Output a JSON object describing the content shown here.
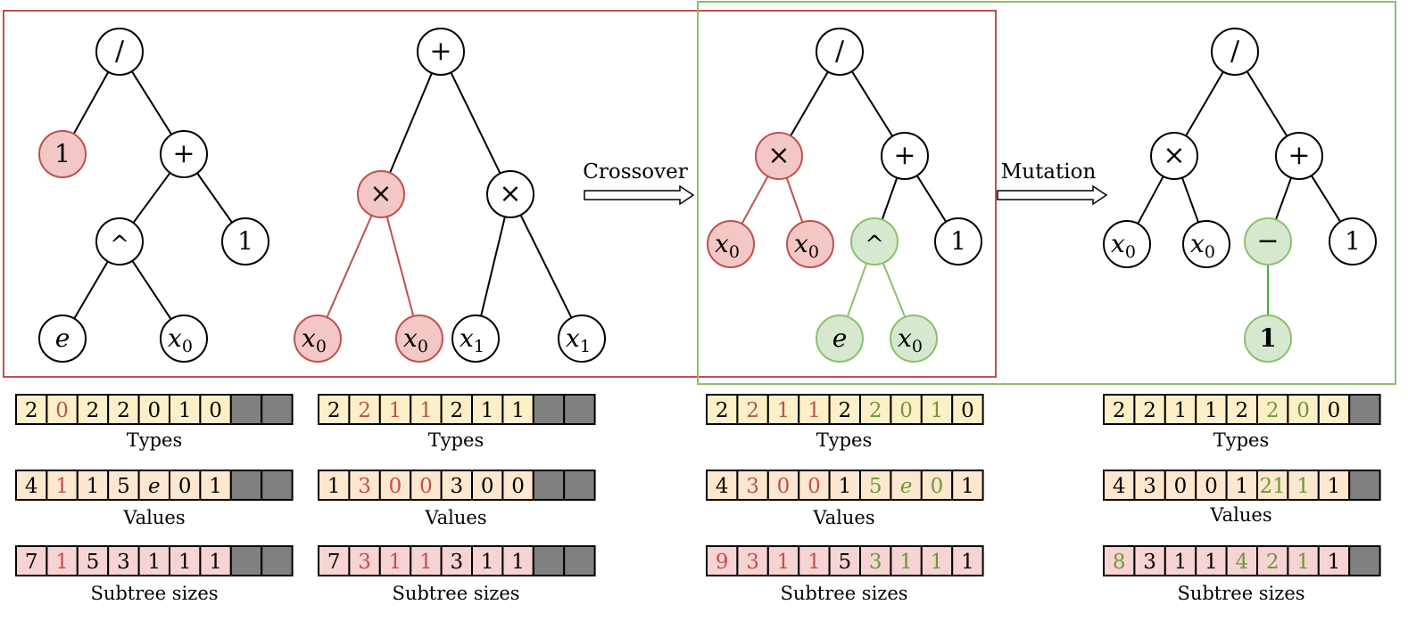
{
  "labels": {
    "crossover": "Crossover",
    "mutation": "Mutation",
    "types": "Types",
    "values": "Values",
    "subtree_sizes": "Subtree sizes"
  },
  "colors": {
    "red": "#c0504d",
    "red_fill": "#f4c7c7",
    "green": "#8dbf6b",
    "green_fill": "#d6e8cf",
    "green_edge": "#3fae3f",
    "types_fill": "#fdf0c8",
    "values_fill": "#fde7cf",
    "subtree_fill": "#f7d3d3",
    "empty_fill": "#808080"
  },
  "trees": [
    {
      "id": "parent-1",
      "nodes": [
        {
          "label": "/",
          "style": "plain"
        },
        {
          "label": "1",
          "style": "red"
        },
        {
          "label": "+",
          "style": "plain"
        },
        {
          "label": "^",
          "style": "plain"
        },
        {
          "label": "1",
          "style": "plain"
        },
        {
          "label": "e",
          "italic": true,
          "style": "plain"
        },
        {
          "label": "x",
          "sub": "0",
          "italic": true,
          "style": "plain"
        }
      ],
      "edges": [
        {
          "from": 0,
          "to": 1,
          "style": "plain"
        },
        {
          "from": 0,
          "to": 2,
          "style": "plain"
        },
        {
          "from": 2,
          "to": 3,
          "style": "plain"
        },
        {
          "from": 2,
          "to": 4,
          "style": "plain"
        },
        {
          "from": 3,
          "to": 5,
          "style": "plain"
        },
        {
          "from": 3,
          "to": 6,
          "style": "plain"
        }
      ]
    },
    {
      "id": "parent-2",
      "nodes": [
        {
          "label": "+",
          "style": "plain"
        },
        {
          "label": "×",
          "style": "red"
        },
        {
          "label": "×",
          "style": "plain"
        },
        {
          "label": "x",
          "sub": "0",
          "italic": true,
          "style": "red"
        },
        {
          "label": "x",
          "sub": "0",
          "italic": true,
          "style": "red"
        },
        {
          "label": "x",
          "sub": "1",
          "italic": true,
          "style": "plain"
        },
        {
          "label": "x",
          "sub": "1",
          "italic": true,
          "style": "plain"
        }
      ],
      "edges": [
        {
          "from": 0,
          "to": 1,
          "style": "plain"
        },
        {
          "from": 0,
          "to": 2,
          "style": "plain"
        },
        {
          "from": 1,
          "to": 3,
          "style": "red"
        },
        {
          "from": 1,
          "to": 4,
          "style": "red"
        },
        {
          "from": 2,
          "to": 5,
          "style": "plain"
        },
        {
          "from": 2,
          "to": 6,
          "style": "plain"
        }
      ]
    },
    {
      "id": "offspring",
      "nodes": [
        {
          "label": "/",
          "style": "plain"
        },
        {
          "label": "×",
          "style": "red"
        },
        {
          "label": "+",
          "style": "plain"
        },
        {
          "label": "x",
          "sub": "0",
          "italic": true,
          "style": "red"
        },
        {
          "label": "x",
          "sub": "0",
          "italic": true,
          "style": "red"
        },
        {
          "label": "^",
          "style": "green"
        },
        {
          "label": "1",
          "style": "plain"
        },
        {
          "label": "e",
          "italic": true,
          "style": "green"
        },
        {
          "label": "x",
          "sub": "0",
          "italic": true,
          "style": "green"
        }
      ],
      "edges": [
        {
          "from": 0,
          "to": 1,
          "style": "plain"
        },
        {
          "from": 0,
          "to": 2,
          "style": "plain"
        },
        {
          "from": 1,
          "to": 3,
          "style": "red"
        },
        {
          "from": 1,
          "to": 4,
          "style": "red"
        },
        {
          "from": 2,
          "to": 5,
          "style": "plain"
        },
        {
          "from": 2,
          "to": 6,
          "style": "plain"
        },
        {
          "from": 5,
          "to": 7,
          "style": "green"
        },
        {
          "from": 5,
          "to": 8,
          "style": "green"
        }
      ]
    },
    {
      "id": "mutated",
      "nodes": [
        {
          "label": "/",
          "style": "plain"
        },
        {
          "label": "×",
          "style": "plain"
        },
        {
          "label": "+",
          "style": "plain"
        },
        {
          "label": "x",
          "sub": "0",
          "italic": true,
          "style": "plain"
        },
        {
          "label": "x",
          "sub": "0",
          "italic": true,
          "style": "plain"
        },
        {
          "label": "−",
          "style": "green"
        },
        {
          "label": "1",
          "style": "plain"
        },
        {
          "label": "1",
          "bold": true,
          "style": "green"
        }
      ],
      "edges": [
        {
          "from": 0,
          "to": 1,
          "style": "plain"
        },
        {
          "from": 0,
          "to": 2,
          "style": "plain"
        },
        {
          "from": 1,
          "to": 3,
          "style": "plain"
        },
        {
          "from": 1,
          "to": 4,
          "style": "plain"
        },
        {
          "from": 2,
          "to": 5,
          "style": "plain"
        },
        {
          "from": 2,
          "to": 6,
          "style": "plain"
        },
        {
          "from": 5,
          "to": 7,
          "style": "green-solid"
        }
      ]
    }
  ],
  "arrays": [
    {
      "id": "parent-1",
      "rows": [
        {
          "name": "types",
          "cells": [
            {
              "v": "2"
            },
            {
              "v": "0",
              "c": "red"
            },
            {
              "v": "2"
            },
            {
              "v": "2"
            },
            {
              "v": "0"
            },
            {
              "v": "1"
            },
            {
              "v": "0"
            },
            {
              "v": "",
              "empty": true
            },
            {
              "v": "",
              "empty": true
            }
          ]
        },
        {
          "name": "values",
          "cells": [
            {
              "v": "4"
            },
            {
              "v": "1",
              "c": "red"
            },
            {
              "v": "1"
            },
            {
              "v": "5"
            },
            {
              "v": "e",
              "italic": true
            },
            {
              "v": "0"
            },
            {
              "v": "1"
            },
            {
              "v": "",
              "empty": true
            },
            {
              "v": "",
              "empty": true
            }
          ]
        },
        {
          "name": "subtree",
          "cells": [
            {
              "v": "7"
            },
            {
              "v": "1",
              "c": "red"
            },
            {
              "v": "5"
            },
            {
              "v": "3"
            },
            {
              "v": "1"
            },
            {
              "v": "1"
            },
            {
              "v": "1"
            },
            {
              "v": "",
              "empty": true
            },
            {
              "v": "",
              "empty": true
            }
          ]
        }
      ]
    },
    {
      "id": "parent-2",
      "rows": [
        {
          "name": "types",
          "cells": [
            {
              "v": "2"
            },
            {
              "v": "2",
              "c": "red"
            },
            {
              "v": "1",
              "c": "red"
            },
            {
              "v": "1",
              "c": "red"
            },
            {
              "v": "2"
            },
            {
              "v": "1"
            },
            {
              "v": "1"
            },
            {
              "v": "",
              "empty": true
            },
            {
              "v": "",
              "empty": true
            }
          ]
        },
        {
          "name": "values",
          "cells": [
            {
              "v": "1"
            },
            {
              "v": "3",
              "c": "red"
            },
            {
              "v": "0",
              "c": "red"
            },
            {
              "v": "0",
              "c": "red"
            },
            {
              "v": "3"
            },
            {
              "v": "0"
            },
            {
              "v": "0"
            },
            {
              "v": "",
              "empty": true
            },
            {
              "v": "",
              "empty": true
            }
          ]
        },
        {
          "name": "subtree",
          "cells": [
            {
              "v": "7"
            },
            {
              "v": "3",
              "c": "red"
            },
            {
              "v": "1",
              "c": "red"
            },
            {
              "v": "1",
              "c": "red"
            },
            {
              "v": "3"
            },
            {
              "v": "1"
            },
            {
              "v": "1"
            },
            {
              "v": "",
              "empty": true
            },
            {
              "v": "",
              "empty": true
            }
          ]
        }
      ]
    },
    {
      "id": "offspring",
      "rows": [
        {
          "name": "types",
          "cells": [
            {
              "v": "2"
            },
            {
              "v": "2",
              "c": "red"
            },
            {
              "v": "1",
              "c": "red"
            },
            {
              "v": "1",
              "c": "red"
            },
            {
              "v": "2"
            },
            {
              "v": "2",
              "c": "green"
            },
            {
              "v": "0",
              "c": "green"
            },
            {
              "v": "1",
              "c": "green"
            },
            {
              "v": "0"
            }
          ]
        },
        {
          "name": "values",
          "cells": [
            {
              "v": "4"
            },
            {
              "v": "3",
              "c": "red"
            },
            {
              "v": "0",
              "c": "red"
            },
            {
              "v": "0",
              "c": "red"
            },
            {
              "v": "1"
            },
            {
              "v": "5",
              "c": "green"
            },
            {
              "v": "e",
              "c": "green",
              "italic": true
            },
            {
              "v": "0",
              "c": "green"
            },
            {
              "v": "1"
            }
          ]
        },
        {
          "name": "subtree",
          "cells": [
            {
              "v": "9",
              "c": "red"
            },
            {
              "v": "3",
              "c": "red"
            },
            {
              "v": "1",
              "c": "red"
            },
            {
              "v": "1",
              "c": "red"
            },
            {
              "v": "5"
            },
            {
              "v": "3",
              "c": "green"
            },
            {
              "v": "1",
              "c": "green"
            },
            {
              "v": "1",
              "c": "green"
            },
            {
              "v": "1"
            }
          ]
        }
      ]
    },
    {
      "id": "mutated",
      "rows": [
        {
          "name": "types",
          "cells": [
            {
              "v": "2"
            },
            {
              "v": "2"
            },
            {
              "v": "1"
            },
            {
              "v": "1"
            },
            {
              "v": "2"
            },
            {
              "v": "2",
              "c": "green"
            },
            {
              "v": "0",
              "c": "green"
            },
            {
              "v": "0"
            },
            {
              "v": "",
              "empty": true
            }
          ]
        },
        {
          "name": "values",
          "cells": [
            {
              "v": "4"
            },
            {
              "v": "3"
            },
            {
              "v": "0"
            },
            {
              "v": "0"
            },
            {
              "v": "1"
            },
            {
              "v": "21",
              "c": "green"
            },
            {
              "v": "1",
              "c": "green"
            },
            {
              "v": "1"
            },
            {
              "v": "",
              "empty": true
            }
          ]
        },
        {
          "name": "subtree",
          "cells": [
            {
              "v": "8",
              "c": "green"
            },
            {
              "v": "3"
            },
            {
              "v": "1"
            },
            {
              "v": "1"
            },
            {
              "v": "4",
              "c": "green"
            },
            {
              "v": "2",
              "c": "green"
            },
            {
              "v": "1",
              "c": "green"
            },
            {
              "v": "1"
            },
            {
              "v": "",
              "empty": true
            }
          ]
        }
      ]
    }
  ]
}
